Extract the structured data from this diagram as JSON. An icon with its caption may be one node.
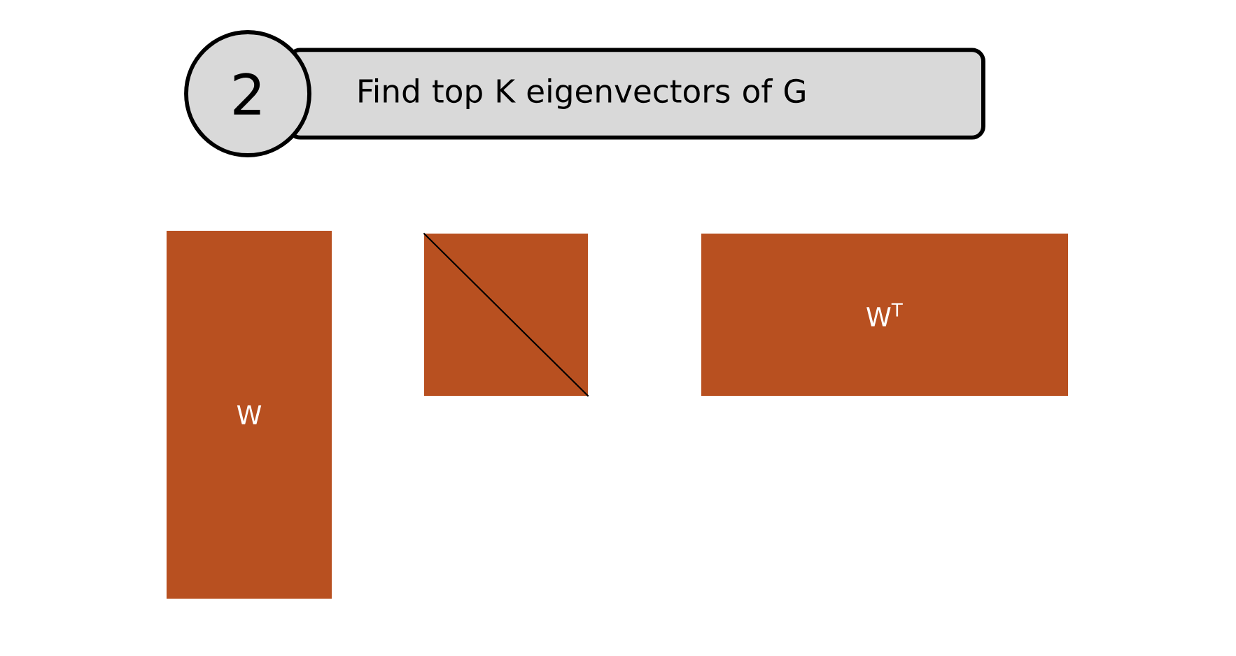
{
  "diagram": {
    "title": "Find top K eigenvectors of G",
    "nodes": [
      {
        "text": [
          "W"
        ]
      },
      {
        "text": [],
        "shape": "box"
      },
      {
        "text": [
          "W$^{T}$"
        ]
      }
    ],
    "labels": [
      "2"
    ]
  }
}
